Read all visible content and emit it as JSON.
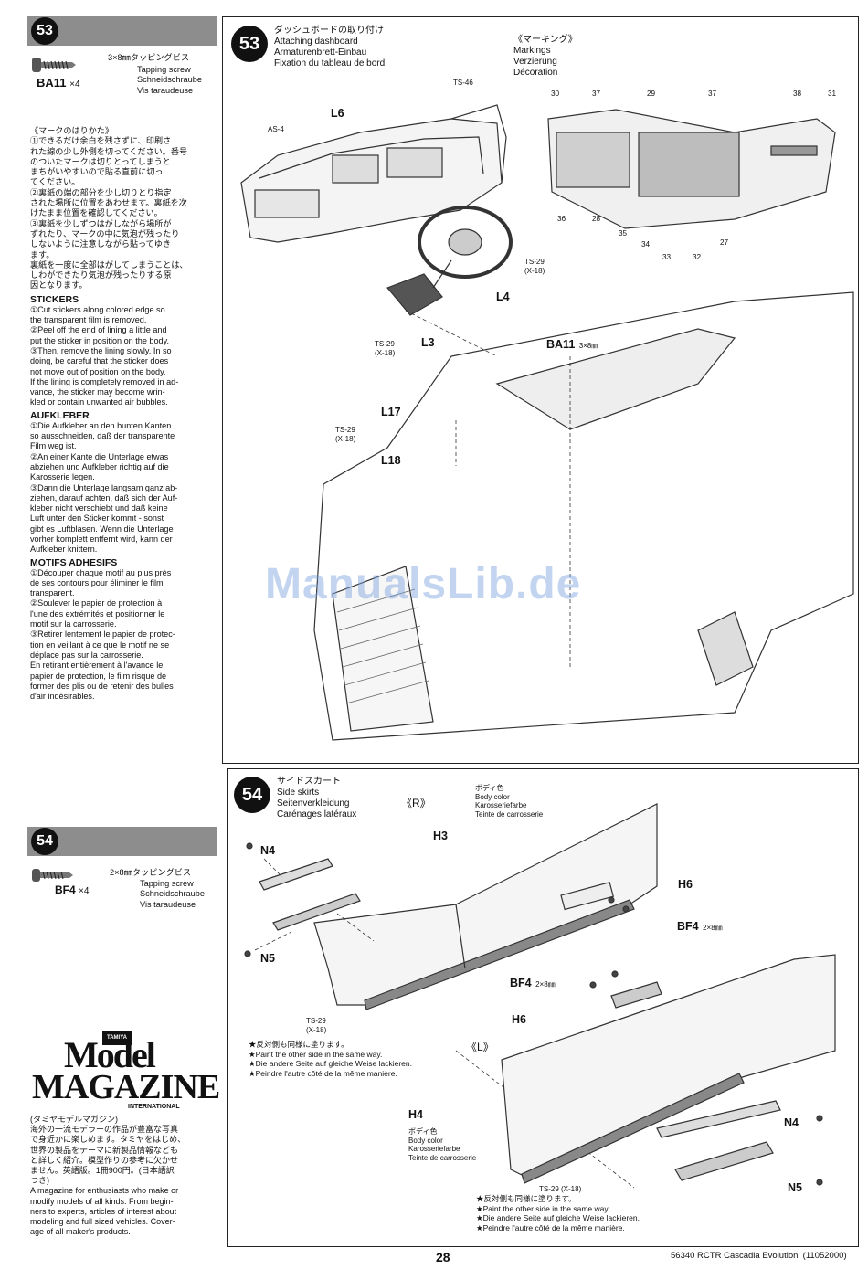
{
  "step53": {
    "number": "53",
    "part_code": "BA11",
    "part_qty": "×4",
    "screw_size": "3×8㎜タッピングビス",
    "screw_lines": [
      "Tapping screw",
      "Schneidschraube",
      "Vis taraudeuse"
    ],
    "instructions": {
      "jp_heading": "《マークのはりかた》",
      "jp_lines": [
        "①できるだけ余白を残さずに、印刷さ",
        "れた線の少し外側を切ってください。番号",
        "のついたマークは切りとってしまうと",
        "まちがいやすいので貼る直前に切っ",
        "てください。",
        "②裏紙の端の部分を少し切りとり指定",
        "された場所に位置をあわせます。裏紙を次",
        "けたまま位置を確認してください。",
        "③裏紙を少しずつはがしながら場所が",
        "ずれたり、マークの中に気泡が残ったり",
        "しないように注意しながら貼ってゆき",
        "ます。",
        "裏紙を一度に全部はがしてしまうことは、",
        "しわができたり気泡が残ったりする原",
        "因となります。"
      ],
      "en_heading": "STICKERS",
      "en_lines": [
        "①Cut stickers along colored edge so",
        "the transparent film is removed.",
        "②Peel off the end of lining a little and",
        "put the sticker in position on the body.",
        "③Then, remove the lining slowly. In so",
        "doing, be careful that the sticker does",
        "not move out of position on the body.",
        "If the lining is completely removed in ad-",
        "vance, the sticker may become wrin-",
        "kled or contain unwanted air bubbles."
      ],
      "de_heading": "AUFKLEBER",
      "de_lines": [
        "①Die Aufkleber an den bunten Kanten",
        "so ausschneiden, daß der transparente",
        "Film weg ist.",
        "②An einer Kante die Unterlage etwas",
        "abziehen und Aufkleber richtig auf die",
        "Karosserie legen.",
        "③Dann die Unterlage langsam ganz ab-",
        "ziehen, darauf achten, daß sich der Auf-",
        "kleber nicht verschiebt und daß keine",
        "Luft unter den Sticker kommt - sonst",
        "gibt es Luftblasen. Wenn die Unterlage",
        "vorher komplett entfernt wird, kann der",
        "Aufkleber knittern."
      ],
      "fr_heading": "MOTIFS ADHESIFS",
      "fr_lines": [
        "①Découper chaque motif au plus près",
        "de ses contours pour éliminer le film",
        "transparent.",
        "②Soulever le papier de protection à",
        "l'une des extrémités et positionner le",
        "motif sur la carrosserie.",
        "③Retirer lentement le papier de protec-",
        "tion en veillant à ce que le motif ne se",
        "déplace pas sur la carrosserie.",
        "En retirant entièrement à l'avance le",
        "papier de protection, le film risque de",
        "former des plis ou de retenir des bulles",
        "d'air indésirables."
      ]
    },
    "panel": {
      "title_jp": "ダッシュボードの取り付け",
      "title_en": "Attaching dashboard",
      "title_de": "Armaturenbrett-Einbau",
      "title_fr": "Fixation du tableau de bord",
      "markings_jp": "《マーキング》",
      "markings_en": "Markings",
      "markings_de": "Verzierung",
      "markings_fr": "Décoration",
      "marker_numbers_top": [
        "30",
        "37",
        "29",
        "37",
        "38",
        "31"
      ],
      "marker_numbers_bottom": [
        "36",
        "28",
        "35",
        "34",
        "33",
        "32",
        "27"
      ],
      "labels": {
        "as4": "AS-4",
        "ts46": "TS-46",
        "l6": "L6",
        "ts29_a": "TS-29",
        "x18_a": "(X-18)",
        "l4": "L4",
        "ts29_b": "TS-29",
        "x18_b": "(X-18)",
        "l3": "L3",
        "ba11": "BA11",
        "ba11_size": "3×8㎜",
        "l17": "L17",
        "ts29_c": "TS-29",
        "x18_c": "(X-18)",
        "l18": "L18"
      }
    }
  },
  "step54": {
    "number": "54",
    "part_code": "BF4",
    "part_qty": "×4",
    "screw_size": "2×8㎜タッピングビス",
    "screw_lines": [
      "Tapping screw",
      "Schneidschraube",
      "Vis taraudeuse"
    ],
    "panel": {
      "title_jp": "サイドスカート",
      "title_en": "Side skirts",
      "title_de": "Seitenverkleidung",
      "title_fr": "Carénages latéraux",
      "side_r": "《R》",
      "side_l": "《L》",
      "body_color_jp": "ボディ色",
      "body_color_en": "Body color",
      "body_color_de": "Karosseriefarbe",
      "body_color_fr": "Teinte de carrosserie",
      "labels": {
        "n4_top": "N4",
        "n5_top": "N5",
        "h3": "H3",
        "h6_top": "H6",
        "bf4_top": "BF4",
        "bf4_top_size": "2×8㎜",
        "ts29_top": "TS-29",
        "x18_top": "(X-18)",
        "bf4_mid": "BF4",
        "bf4_mid_size": "2×8㎜",
        "h6_mid": "H6",
        "h4": "H4",
        "n4_bottom": "N4",
        "n5_bottom": "N5",
        "ts29_bottom": "TS-29 (X-18)"
      },
      "note_lines": [
        "★反対側も同様に塗ります。",
        "★Paint the other side in the same way.",
        "★Die andere Seite auf gleiche Weise lackieren.",
        "★Peindre l'autre côté de la même manière."
      ]
    }
  },
  "magazine": {
    "brand": "TAMIYA",
    "title_line1": "Model",
    "title_line2": "MAGAZINE",
    "title_line3": "INTERNATIONAL",
    "jp_lines": [
      "(タミヤモデルマガジン)",
      "海外の一流モデラーの作品が豊富な写真",
      "で身近かに楽しめます。タミヤをはじめ、",
      "世界の製品をテーマに新製品情報なども",
      "と詳しく紹介。模型作りの参考に欠かせ",
      "ません。英語版。1冊900円。(日本語訳",
      "つき)"
    ],
    "en_lines": [
      "A magazine for enthusiasts who make or",
      "modify models of all kinds. From begin-",
      "ners to experts, articles of interest about",
      "modeling and full sized vehicles. Cover-",
      "age of all maker's products."
    ]
  },
  "watermark": "ManualsLib.de",
  "footer": {
    "page_number": "28",
    "product": "56340 RCTR Cascadia Evolution  (11052000)"
  }
}
